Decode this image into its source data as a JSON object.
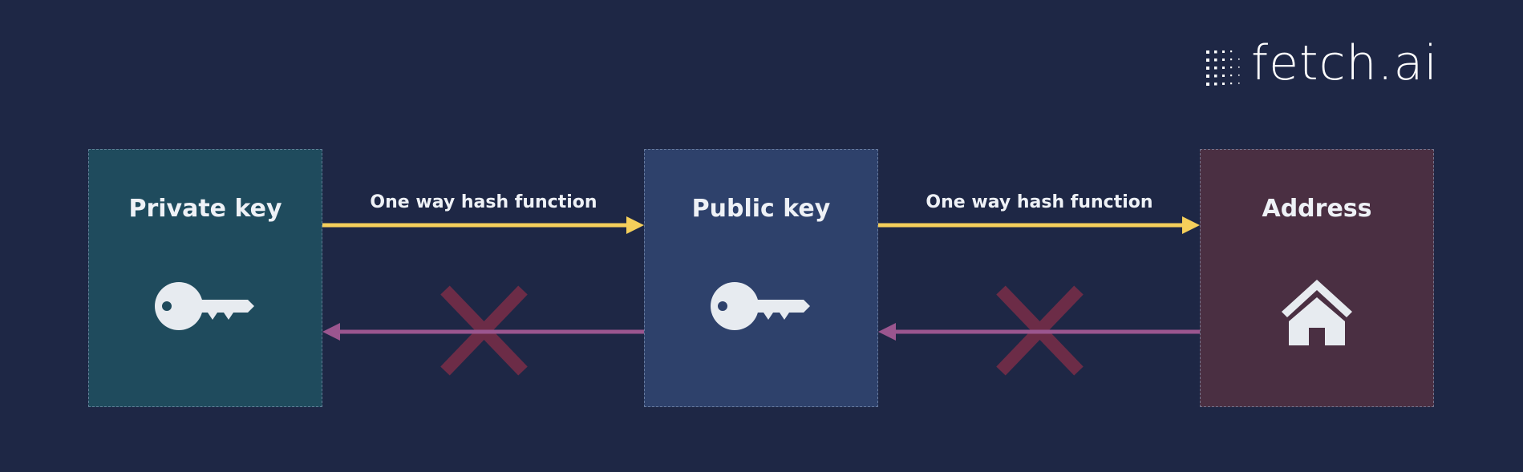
{
  "logo": {
    "text": "fetch.ai"
  },
  "nodes": [
    {
      "id": "private",
      "label": "Private key",
      "icon": "key-icon",
      "color": "#1f4b5d"
    },
    {
      "id": "public",
      "label": "Public key",
      "icon": "key-icon",
      "color": "#2e416b"
    },
    {
      "id": "address",
      "label": "Address",
      "icon": "house-icon",
      "color": "#4a2f42"
    }
  ],
  "edges": [
    {
      "from": "private",
      "to": "public",
      "label": "One way hash function",
      "color": "#f5cf5b"
    },
    {
      "from": "public",
      "to": "address",
      "label": "One way hash function",
      "color": "#f5cf5b"
    },
    {
      "from": "public",
      "to": "private",
      "label": "",
      "color": "#9b568f",
      "blocked": true,
      "blocked_icon": "cross-icon"
    },
    {
      "from": "address",
      "to": "public",
      "label": "",
      "color": "#9b568f",
      "blocked": true,
      "blocked_icon": "cross-icon"
    }
  ],
  "cross_color": "#7a2e48",
  "background": "#1e2745"
}
